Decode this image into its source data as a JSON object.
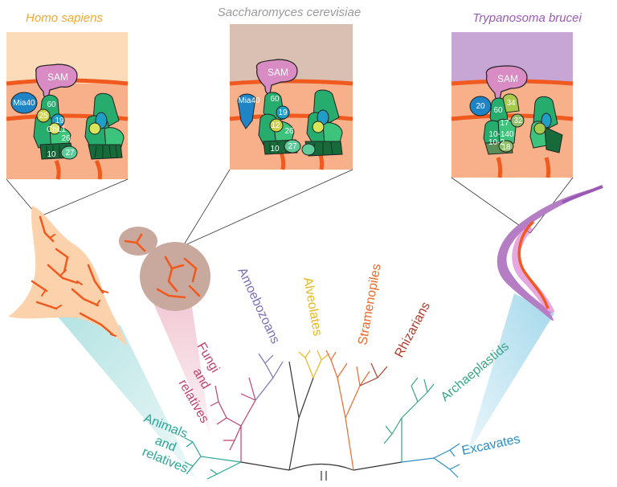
{
  "species": {
    "human": {
      "title": "Homo sapiens",
      "color": "#f4a933"
    },
    "yeast": {
      "title": "Saccharomyces  cerevisiae",
      "color": "#9a9a9a"
    },
    "tryp": {
      "title": "Trypanosoma brucei",
      "color": "#9b59b6"
    }
  },
  "panels": {
    "human": {
      "sam": "SAM",
      "mia40": "Mia40",
      "s60": "60",
      "s25": "25",
      "s19": "19",
      "chl1": "ChL1",
      "s26": "26",
      "s10": "10",
      "s27": "27"
    },
    "yeast": {
      "sam": "SAM",
      "mia40": "Mia40",
      "s60": "60",
      "s19": "19",
      "s12": "12",
      "s26": "26",
      "s10": "10",
      "s27": "27"
    },
    "tryp": {
      "sam": "SAM",
      "s20": "20",
      "s60": "60",
      "s34": "34",
      "s17": "17",
      "s32": "32",
      "s10_140": "10-140",
      "s10_2": "10-2",
      "s18": "18"
    }
  },
  "groups": {
    "fungi": {
      "line1": "Fungi",
      "line2": "and",
      "line3": "relatives",
      "color": "#c0406a"
    },
    "amoebozoans": {
      "label": "Amoebozoans",
      "color": "#7e6fb8"
    },
    "alveolates": {
      "label": "Alveolates",
      "color": "#e9b820"
    },
    "stramenopiles": {
      "label": "Stramenopiles",
      "color": "#ee6a2c"
    },
    "rhizarians": {
      "label": "Rhizarians",
      "color": "#b23a2a"
    },
    "archaeplastids": {
      "label": "Archaeplastids",
      "color": "#3aa586"
    },
    "animals": {
      "line1": "Animals",
      "line2": "and",
      "line3": "relatives",
      "color": "#2aa595"
    },
    "excavates": {
      "label": "Excavates",
      "color": "#2b8ec2"
    }
  }
}
